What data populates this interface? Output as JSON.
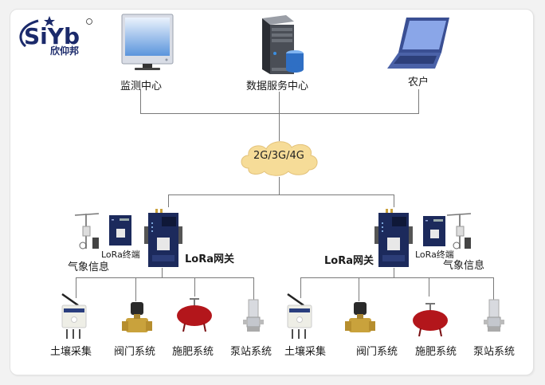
{
  "logo": {
    "brand": "SiYb",
    "name_cn": "欣仰邦",
    "registered_mark": "®"
  },
  "top_nodes": [
    {
      "id": "monitor",
      "label": "监测中心",
      "icon": "monitor-icon"
    },
    {
      "id": "server",
      "label": "数据服务中心",
      "icon": "server-database-icon"
    },
    {
      "id": "farmer",
      "label": "农户",
      "icon": "laptop-icon"
    }
  ],
  "network": {
    "label": "2G/3G/4G",
    "icon": "cloud-icon",
    "color": "#f6dc98"
  },
  "left_group": {
    "gateway_label": "LoRa网关",
    "terminal_label": "LoRa终端",
    "weather_label": "气象信息",
    "devices": [
      {
        "label": "土壤采集",
        "icon": "soil-sensor-icon"
      },
      {
        "label": "阀门系统",
        "icon": "valve-icon"
      },
      {
        "label": "施肥系统",
        "icon": "fertilizer-tank-icon"
      },
      {
        "label": "泵站系统",
        "icon": "pump-icon"
      }
    ]
  },
  "right_group": {
    "gateway_label": "LoRa网关",
    "terminal_label": "LoRa终端",
    "weather_label": "气象信息",
    "devices": [
      {
        "label": "土壤采集",
        "icon": "soil-sensor-icon"
      },
      {
        "label": "阀门系统",
        "icon": "valve-icon"
      },
      {
        "label": "施肥系统",
        "icon": "fertilizer-tank-icon"
      },
      {
        "label": "泵站系统",
        "icon": "pump-icon"
      }
    ]
  },
  "colors": {
    "line": "#7a7a7a",
    "device_navy": "#1c2a5c",
    "logo_navy": "#1b2a6b",
    "valve_brass": "#c9a23c",
    "tank_red": "#b3161b"
  }
}
